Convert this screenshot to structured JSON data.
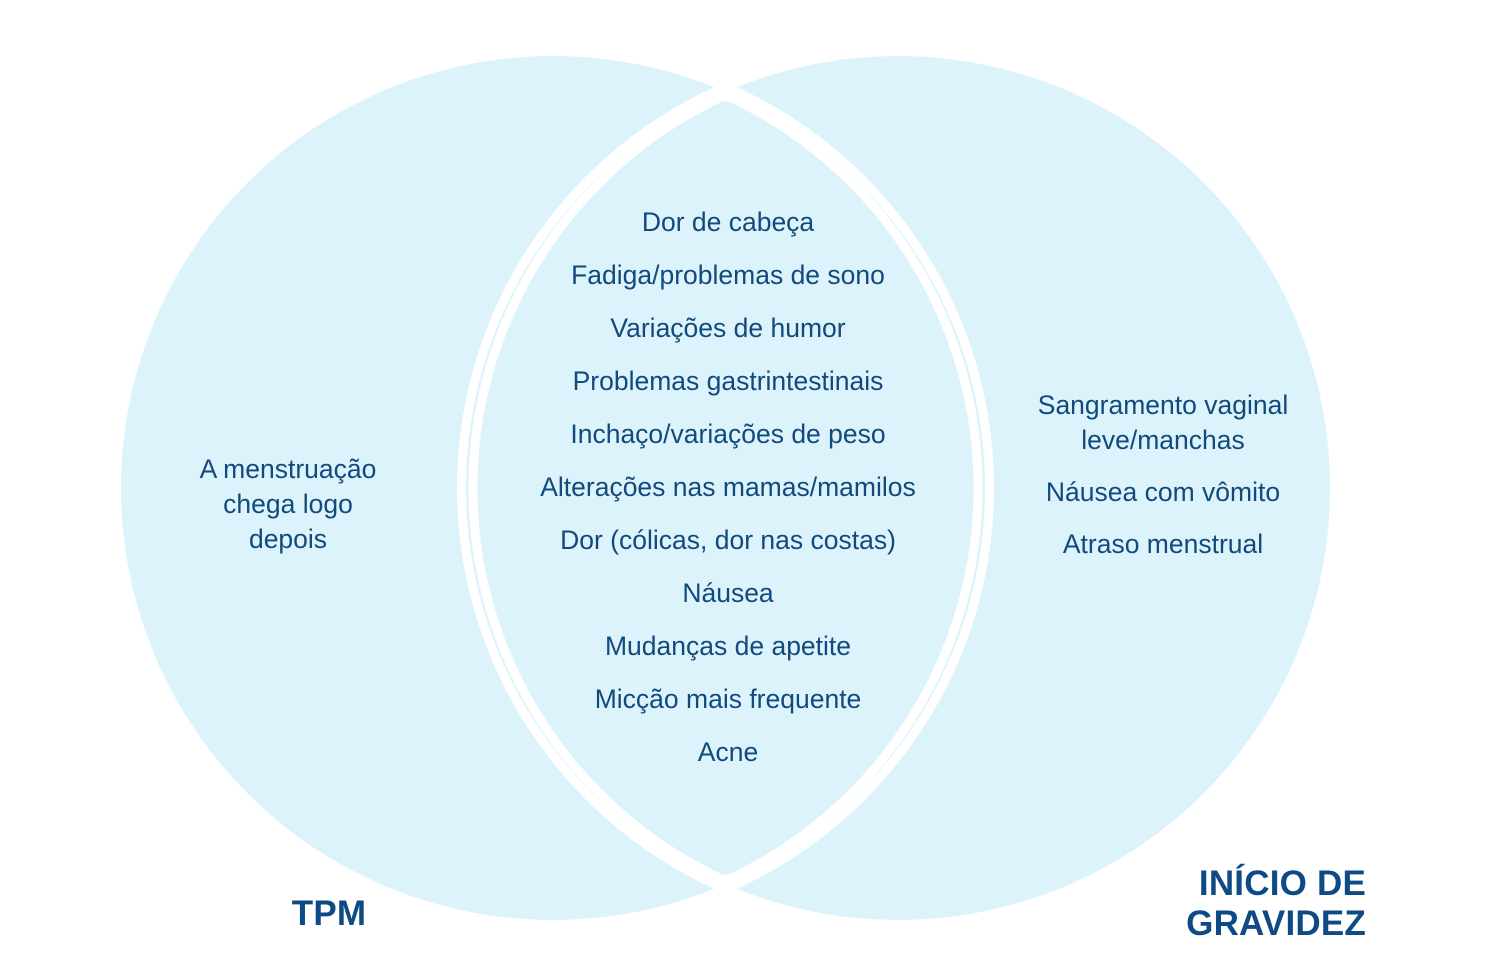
{
  "diagram": {
    "type": "venn",
    "title": "",
    "colors": {
      "circle_fill": "#ddf3fb",
      "separator": "#ffffff",
      "body_text": "#114a7d",
      "label_text": "#0d4a86",
      "background": "#ffffff"
    },
    "left_label": "TPM",
    "right_label": "INÍCIO DE GRAVIDEZ",
    "left_only": [
      "A menstruação",
      "chega logo",
      "depois"
    ],
    "left_only_text": "A menstruação chega logo depois",
    "shared": [
      "Dor de cabeça",
      "Fadiga/problemas de sono",
      "Variações de humor",
      "Problemas gastrintestinais",
      "Inchaço/variações de peso",
      "Alterações nas mamas/mamilos",
      "Dor (cólicas, dor nas costas)",
      "Náusea",
      "Mudanças de apetite",
      "Micção mais frequente",
      "Acne"
    ],
    "right_only": [
      "Sangramento vaginal leve/manchas",
      "Náusea com vômito",
      "Atraso menstrual"
    ],
    "right_only_lines": [
      "Sangramento vaginal",
      "leve/manchas",
      "Náusea com vômito",
      "Atraso menstrual"
    ]
  }
}
